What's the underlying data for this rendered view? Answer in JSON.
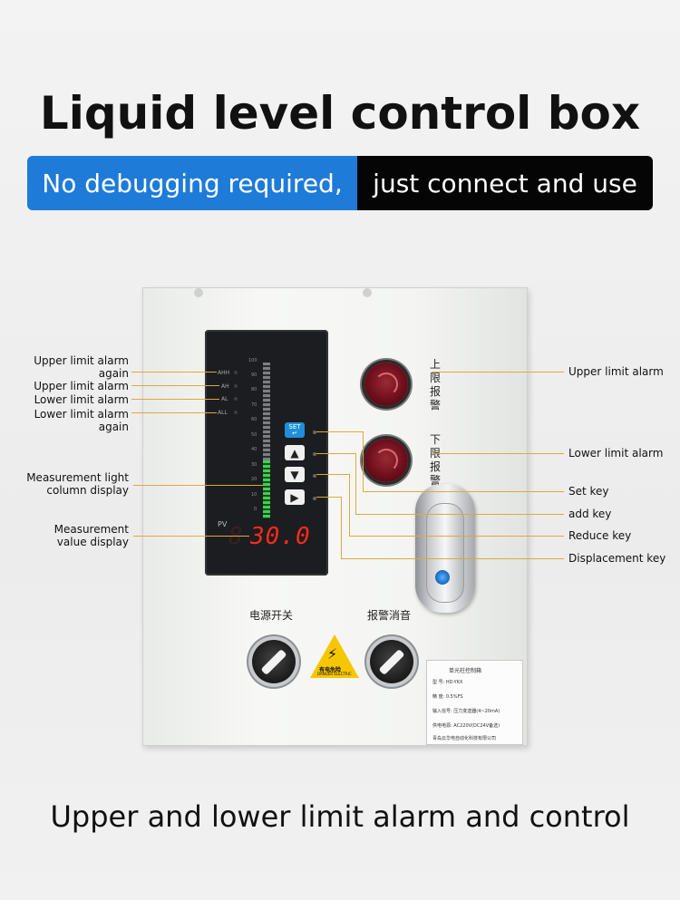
{
  "header": {
    "title": "Liquid level control box",
    "banner_left": "No debugging required,",
    "banner_right": "just connect and use"
  },
  "footer": {
    "caption": "Upper and lower limit alarm and control"
  },
  "meter": {
    "led_labels": [
      "AHH",
      "AH",
      "AL",
      "ALL"
    ],
    "scale_ticks": [
      "100",
      "90",
      "80",
      "70",
      "60",
      "50",
      "40",
      "30",
      "20",
      "10",
      "0"
    ],
    "pv_label": "PV",
    "pv_value": "30.0",
    "level_percent": 30,
    "set_key_label": "SET"
  },
  "panel_labels": {
    "upper_light": "上限报警",
    "lower_light": "下限报警",
    "power_switch": "电源开关",
    "alarm_mute": "报警消音"
  },
  "warning_sign": {
    "text_cn": "有电危险",
    "text_en": "DANGER ELECTRIC"
  },
  "nameplate": {
    "title": "单光柱控制箱",
    "lines": [
      "型 号: HD-YKX",
      "精 度: 0.5%FS",
      "输入信号: 压力变送器(4~20mA)",
      "供电电源: AC220V(DC24V备选)",
      "青岛云华电自动化科技有限公司"
    ]
  },
  "callouts_left": {
    "upper_again_1": "Upper limit alarm",
    "upper_again_2": "again",
    "upper": "Upper limit alarm",
    "lower": "Lower limit alarm",
    "lower_again_1": "Lower limit alarm",
    "lower_again_2": "again",
    "column_1": "Measurement light",
    "column_2": "column display",
    "value_1": "Measurement",
    "value_2": "value display"
  },
  "callouts_right": {
    "upper": "Upper limit alarm",
    "lower": "Lower limit alarm",
    "set": "Set key",
    "add": "add key",
    "reduce": "Reduce key",
    "displacement": "Displacement key"
  },
  "colors": {
    "banner_blue": "#1e7bd8",
    "callout_line": "#e0a83c",
    "pv_red": "#ff2a1a",
    "bar_green": "#40d050"
  }
}
